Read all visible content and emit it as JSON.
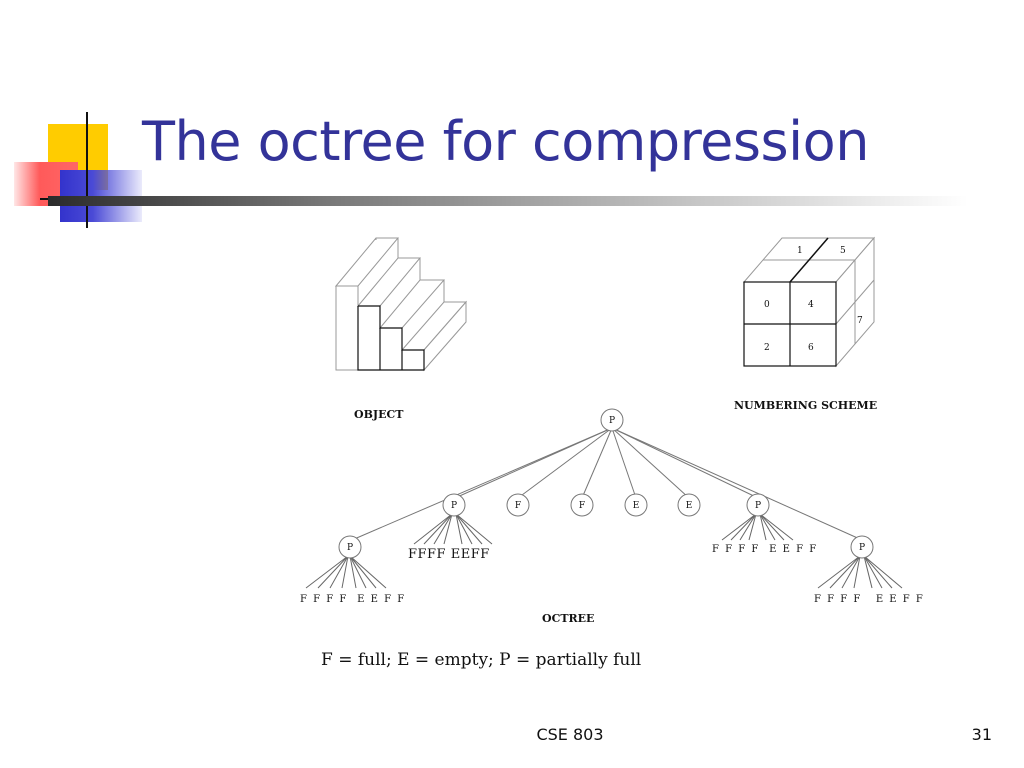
{
  "slide": {
    "title": "The octree for compression",
    "footer_course": "CSE 803",
    "page_number": "31"
  },
  "figure": {
    "object_label": "OBJECT",
    "numbering_label": "NUMBERING SCHEME",
    "octree_label": "OCTREE",
    "legend": "F = full; E = empty; P = partially full",
    "cube_numbers": {
      "front_top_left": "0",
      "front_top_right": "4",
      "front_bottom_left": "2",
      "front_bottom_right": "6",
      "back_top_left": "1",
      "back_top_right": "5",
      "right_side": "7"
    },
    "root_node": "P",
    "level1_nodes": [
      "P",
      "F",
      "F",
      "E",
      "E",
      "P"
    ],
    "left_subtree": {
      "node": "P",
      "leaves": "F F F F  E E F F"
    },
    "left_inner": {
      "node": "P",
      "leaves": "FFFF EEFF"
    },
    "right_inner": {
      "node": "P",
      "leaves": "F F F F  E E F F"
    },
    "right_subtree": {
      "node": "P",
      "leaves": "F F F F   E E F F"
    }
  }
}
